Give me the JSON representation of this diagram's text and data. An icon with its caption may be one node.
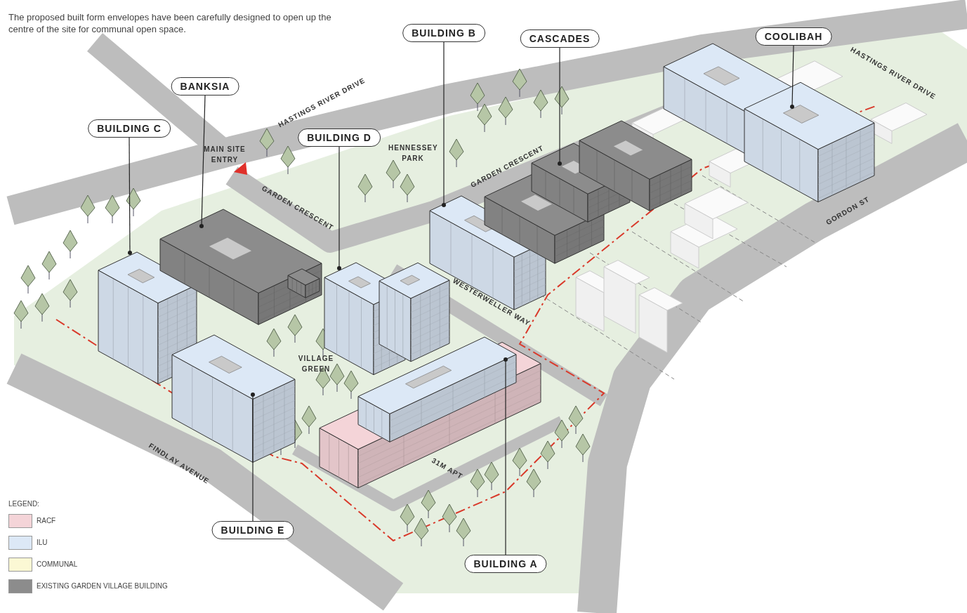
{
  "diagram": {
    "nodes": [
      {
        "text": [
          "BUILDING B"
        ]
      },
      {
        "text": [
          "CASCADES"
        ]
      },
      {
        "text": [
          "COOLIBAH"
        ]
      },
      {
        "text": [
          "BANKSIA"
        ]
      },
      {
        "text": [
          "BUILDING C"
        ]
      },
      {
        "text": [
          "BUILDING D"
        ]
      },
      {
        "text": [
          "BUILDING E"
        ]
      },
      {
        "text": [
          "BUILDING A"
        ]
      },
      {
        "text": [],
        "shape": "picture"
      },
      {
        "text": [],
        "shape": "picture"
      },
      {
        "text": [],
        "shape": "picture"
      },
      {
        "text": [],
        "shape": "picture"
      },
      {
        "text": [],
        "shape": "picture"
      },
      {
        "text": [],
        "shape": "picture"
      },
      {
        "text": [],
        "shape": "picture"
      },
      {
        "text": [],
        "shape": "picture"
      }
    ],
    "edges": [
      {
        "from": 0,
        "to": 13,
        "arrow": "other"
      },
      {
        "from": 1,
        "to": 14,
        "arrow": "other"
      },
      {
        "from": 2,
        "to": 15,
        "arrow": "other"
      },
      {
        "from": 3,
        "to": 9,
        "arrow": "other"
      },
      {
        "from": 4,
        "to": 8,
        "arrow": "other"
      },
      {
        "from": 5,
        "to": 12,
        "arrow": "other"
      },
      {
        "from": 6,
        "to": 10,
        "arrow": "other"
      },
      {
        "from": 7,
        "to": 11,
        "arrow": "other"
      }
    ],
    "labels": [
      "The proposed built form envelopes have been carefully designed to open up the centre of the site for communal open space.",
      "HASTINGS RIVER DRIVE",
      "MAIN SITE ENTRY",
      "HENNESSEY PARK",
      "GARDEN CRESCENT",
      "HASTINGS RIVER DRIVE",
      "GARDEN CRESCENT",
      "GORDON ST",
      "WESTERWELLER WAY",
      "VILLAGE GREEN",
      "FINDLAY AVENUE",
      "31M APT",
      "LEGEND:"
    ],
    "legend": [
      {
        "text": "RACF",
        "color": "#f4d4d8"
      },
      {
        "text": "ILU",
        "color": "#dce8f6"
      },
      {
        "text": "COMMUNAL",
        "color": "#fbf8d4"
      },
      {
        "text": "EXISTING GARDEN VILLAGE BUILDING",
        "color": "#8c8c8c"
      }
    ]
  }
}
